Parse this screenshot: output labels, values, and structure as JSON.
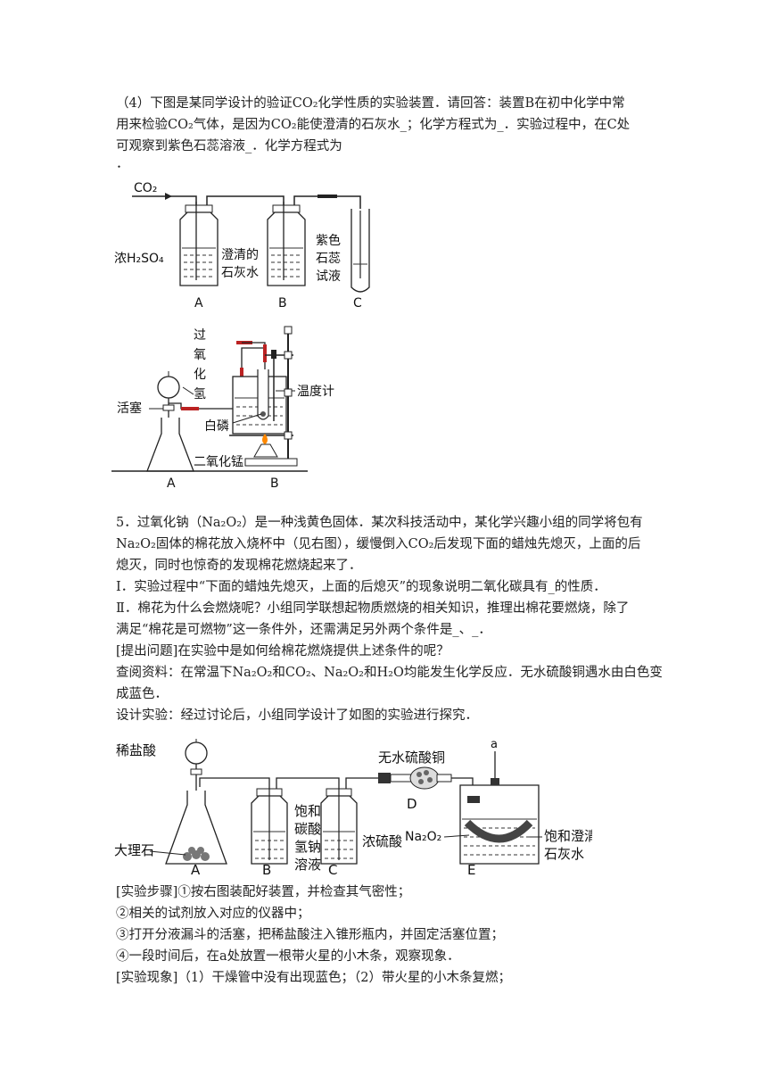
{
  "q4": {
    "line1": "（4）下图是某同学设计的验证CO₂化学性质的实验装置．请回答：装置B在初中化学中常",
    "line2": "用来检验CO₂气体，是因为CO₂能使澄清的石灰水_；化学方程式为_．实验过程中，在C处",
    "line3": "可观察到紫色石蕊溶液_．化学方程式为",
    "line4": "．"
  },
  "fig1": {
    "co2": "CO₂",
    "acid": "浓H₂SO₄",
    "lime1": "澄清的",
    "lime2": "石灰水",
    "lit1": "紫色",
    "lit2": "石蕊",
    "lit3": "试液",
    "a": "A",
    "b": "B",
    "c": "C"
  },
  "fig2": {
    "h1": "过",
    "h2": "氧",
    "h3": "化",
    "h4": "氢",
    "valve": "活塞",
    "thermo": "温度计",
    "phos": "白磷",
    "mno2": "二氧化锰",
    "a": "A",
    "b": "B"
  },
  "q5": {
    "l1": "5．过氧化钠（Na₂O₂）是一种浅黄色固体．某次科技活动中，某化学兴趣小组的同学将包有",
    "l2": "Na₂O₂固体的棉花放入烧杯中（见右图），缓慢倒入CO₂后发现下面的蜡烛先熄灭，上面的后",
    "l3": "熄灭，同时也惊奇的发现棉花燃烧起来了．",
    "l4": "Ⅰ．实验过程中“下面的蜡烛先熄灭，上面的后熄灭”的现象说明二氧化碳具有_的性质．",
    "l5": "Ⅱ．棉花为什么会燃烧呢？小组同学联想起物质燃烧的相关知识，推理出棉花要燃烧，除了",
    "l6": "满足“棉花是可燃物”这一条件外，还需满足另外两个条件是_、_．",
    "l7": "[提出问题]在实验中是如何给棉花燃烧提供上述条件的呢？",
    "l8": "查阅资料：在常温下Na₂O₂和CO₂、Na₂O₂和H₂O均能发生化学反应．无水硫酸铜遇水由白色变",
    "l9": "成蓝色．",
    "l10": "设计实验：经过讨论后，小组同学设计了如图的实验进行探究．"
  },
  "fig3": {
    "hcl": "稀盐酸",
    "cuso4": "无水硫酸铜",
    "sat1": "饱和",
    "sat2": "碳酸",
    "sat3": "氢钠",
    "sat4": "溶液",
    "h2so4": "浓硫酸",
    "marble": "大理石",
    "na2o2": "Na₂O₂",
    "lime1": "饱和澄清",
    "lime2": "石灰水",
    "a_mark": "a",
    "a": "A",
    "b": "B",
    "c": "C",
    "d": "D",
    "e": "E"
  },
  "steps": {
    "s1": "[实验步骤]①按右图装配好装置，并检查其气密性；",
    "s2": "②相关的试剂放入对应的仪器中；",
    "s3": "③打开分液漏斗的活塞，把稀盐酸注入锥形瓶内，并固定活塞位置；",
    "s4": "④一段时间后，在a处放置一根带火星的小木条，观察现象．",
    "s5": "[实验现象]（1）干燥管中没有出现蓝色；（2）带火星的小木条复燃；"
  }
}
